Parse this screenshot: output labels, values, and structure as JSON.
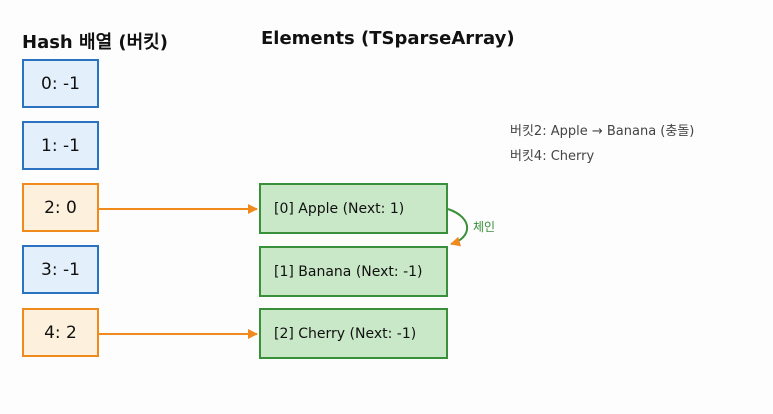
{
  "headings": {
    "buckets": "Hash 배열 (버킷)",
    "elements": "Elements (TSparseArray)"
  },
  "buckets": [
    {
      "label": "0: -1",
      "points_to": null
    },
    {
      "label": "1: -1",
      "points_to": null
    },
    {
      "label": "2: 0",
      "points_to": 0
    },
    {
      "label": "3: -1",
      "points_to": null
    },
    {
      "label": "4: 2",
      "points_to": 2
    }
  ],
  "elements": [
    {
      "label": "[0] Apple (Next: 1)",
      "next": 1
    },
    {
      "label": "[1] Banana (Next: -1)",
      "next": -1
    },
    {
      "label": "[2] Cherry (Next: -1)",
      "next": -1
    }
  ],
  "chain_label": "체인",
  "notes": [
    "버킷2: Apple → Banana (충돌)",
    "버킷4: Cherry"
  ],
  "colors": {
    "empty_bucket_fill": "#e3f0fb",
    "empty_bucket_border": "#2b72c0",
    "filled_bucket_fill": "#fdf1de",
    "filled_bucket_border": "#f08a1c",
    "element_fill": "#c9e8c8",
    "element_border": "#3a8f3a",
    "arrow": "#f08a1c",
    "chain": "#3a8f3a"
  }
}
